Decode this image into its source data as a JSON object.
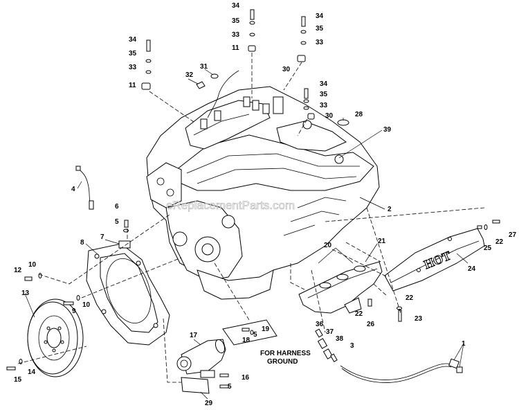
{
  "watermark": "eReplacementParts.com",
  "hot_label": "HOT",
  "note": {
    "line1": "FOR HARNESS",
    "line2": "GROUND"
  },
  "callouts": [
    {
      "id": "c34a",
      "text": "34"
    },
    {
      "id": "c35a",
      "text": "35"
    },
    {
      "id": "c33a",
      "text": "33"
    },
    {
      "id": "c11a",
      "text": "11"
    },
    {
      "id": "c34b",
      "text": "34"
    },
    {
      "id": "c35b",
      "text": "35"
    },
    {
      "id": "c33b",
      "text": "33"
    },
    {
      "id": "c11b",
      "text": "11"
    },
    {
      "id": "c34c",
      "text": "34"
    },
    {
      "id": "c35c",
      "text": "35"
    },
    {
      "id": "c33c",
      "text": "33"
    },
    {
      "id": "c30a",
      "text": "30"
    },
    {
      "id": "c31",
      "text": "31"
    },
    {
      "id": "c32",
      "text": "32"
    },
    {
      "id": "c34d",
      "text": "34"
    },
    {
      "id": "c35d",
      "text": "35"
    },
    {
      "id": "c33d",
      "text": "33"
    },
    {
      "id": "c30b",
      "text": "30"
    },
    {
      "id": "c28",
      "text": "28"
    },
    {
      "id": "c39",
      "text": "39"
    },
    {
      "id": "c2",
      "text": "2"
    },
    {
      "id": "c4",
      "text": "4"
    },
    {
      "id": "c6",
      "text": "6"
    },
    {
      "id": "c5a",
      "text": "5"
    },
    {
      "id": "c7",
      "text": "7"
    },
    {
      "id": "c8",
      "text": "8"
    },
    {
      "id": "c12",
      "text": "12"
    },
    {
      "id": "c10a",
      "text": "10"
    },
    {
      "id": "c13",
      "text": "13"
    },
    {
      "id": "c9",
      "text": "9"
    },
    {
      "id": "c10b",
      "text": "10"
    },
    {
      "id": "c14",
      "text": "14"
    },
    {
      "id": "c15",
      "text": "15"
    },
    {
      "id": "c17",
      "text": "17"
    },
    {
      "id": "c19",
      "text": "19"
    },
    {
      "id": "c5b",
      "text": "5"
    },
    {
      "id": "c18",
      "text": "18"
    },
    {
      "id": "c16",
      "text": "16"
    },
    {
      "id": "c5c",
      "text": "5"
    },
    {
      "id": "c29",
      "text": "29"
    },
    {
      "id": "c36",
      "text": "36"
    },
    {
      "id": "c37",
      "text": "37"
    },
    {
      "id": "c38",
      "text": "38"
    },
    {
      "id": "c3",
      "text": "3"
    },
    {
      "id": "c20",
      "text": "20"
    },
    {
      "id": "c21",
      "text": "21"
    },
    {
      "id": "c22a",
      "text": "22"
    },
    {
      "id": "c22b",
      "text": "22"
    },
    {
      "id": "c26",
      "text": "26"
    },
    {
      "id": "c23",
      "text": "23"
    },
    {
      "id": "c24",
      "text": "24"
    },
    {
      "id": "c25",
      "text": "25"
    },
    {
      "id": "c22c",
      "text": "22"
    },
    {
      "id": "c27",
      "text": "27"
    },
    {
      "id": "c1",
      "text": "1"
    }
  ]
}
